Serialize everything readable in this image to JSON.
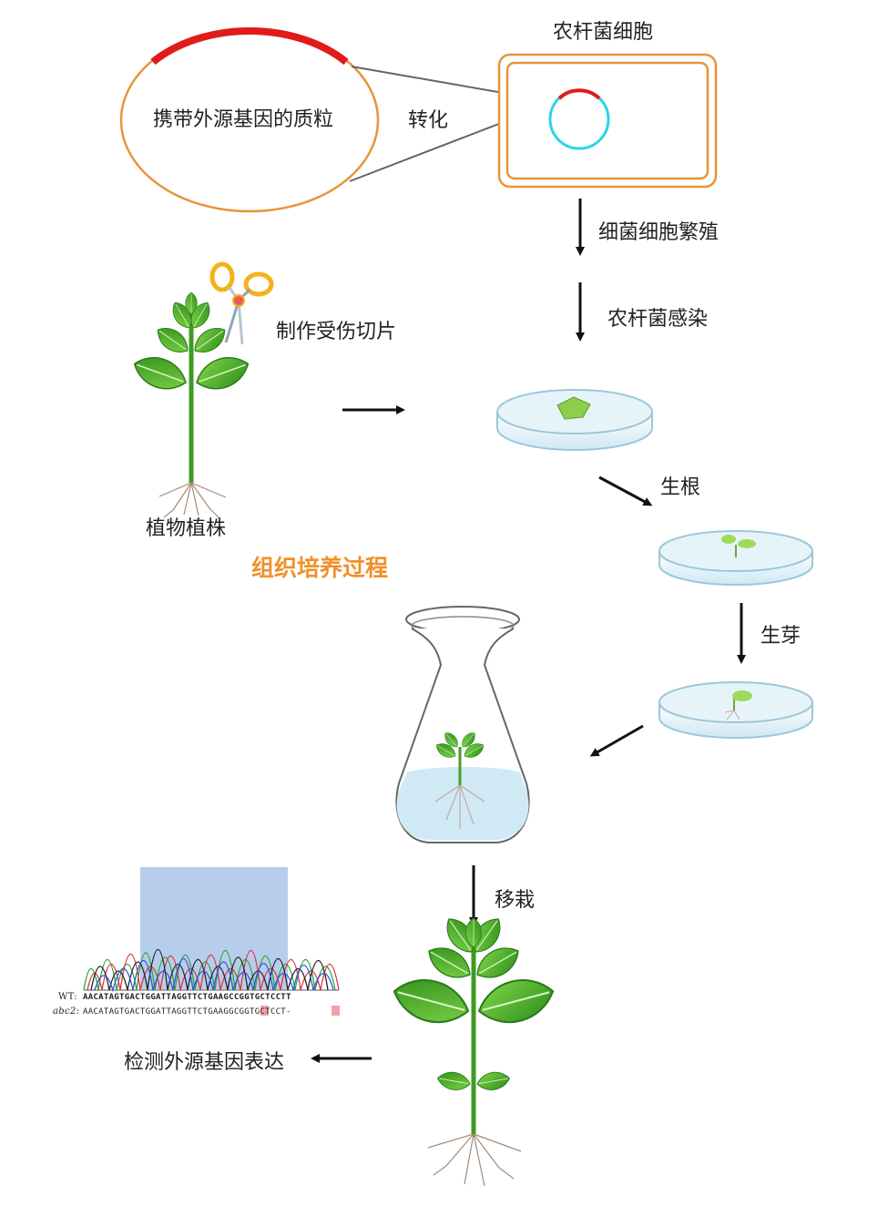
{
  "labels": {
    "agro_cell": "农杆菌细胞",
    "plasmid": "携带外源基因的质粒",
    "transform": "转化",
    "bacteria_multiply": "细菌细胞繁殖",
    "agro_infect": "农杆菌感染",
    "wound_cut": "制作受伤切片",
    "plant": "植物植株",
    "tissue_culture": "组织培养过程",
    "rooting": "生根",
    "budding": "生芽",
    "transplant": "移栽",
    "detect_expression": "检测外源基因表达"
  },
  "sequence": {
    "wt_label": "WT:",
    "wt_seq": "AACATAGTGACTGGATTAGGTTCTGAAGCCGGTGCTCCTT",
    "mut_label": "abc2:",
    "mut_seq": "AACATAGTGACTGGATTAGGTTCTGAAGGCGGTGCTCCT-"
  },
  "colors": {
    "cell_border": "#e8943a",
    "plasmid_red": "#e01b1b",
    "plasmid_cyan": "#29d6e6",
    "highlight_orange": "#f0902a",
    "leaf_green": "#4caf2a",
    "dish_blue": "#dff0f8"
  }
}
